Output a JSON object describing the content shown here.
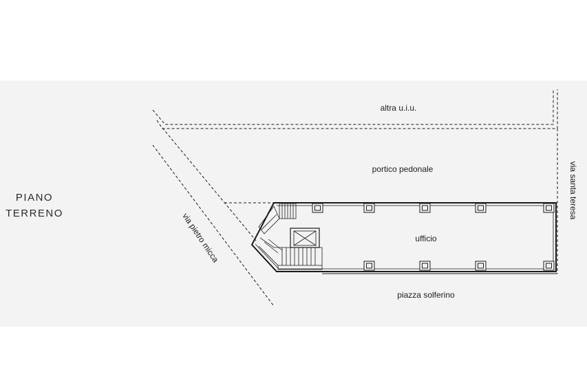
{
  "title": {
    "line1": "PIANO",
    "line2": "TERRENO"
  },
  "labels": {
    "neighbor_unit": "altra u.i.u.",
    "portico": "portico pedonale",
    "office": "ufficio",
    "square": "piazza solferino",
    "street_left": "via pietro micca",
    "street_right": "via santa teresa"
  },
  "colors": {
    "background_band": "#f3f3f3",
    "line": "#1a1a1a"
  }
}
